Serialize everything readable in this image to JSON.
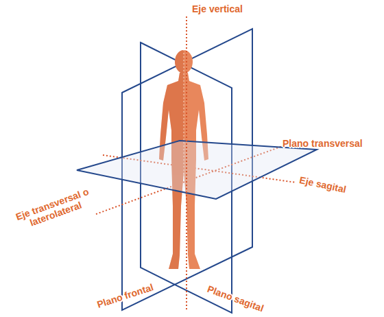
{
  "diagram": {
    "labels": [
      "Eje vertical",
      "Plano transversal",
      "Eje sagital",
      "Eje transversal o laterolateral",
      "Plano frontal",
      "Plano sagital"
    ]
  }
}
